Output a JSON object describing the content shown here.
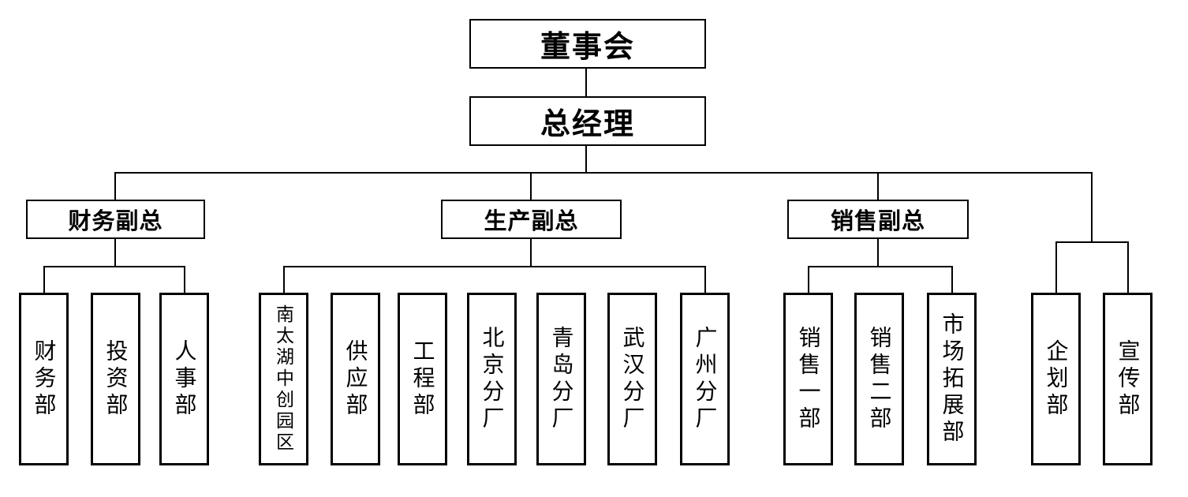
{
  "org": {
    "board": "董事会",
    "general_manager": "总经理",
    "branches": [
      {
        "label": "财务副总",
        "children": [
          "财务部",
          "投资部",
          "人事部"
        ]
      },
      {
        "label": "生产副总",
        "children": [
          "南太湖中创园区",
          "供应部",
          "工程部",
          "北京分厂",
          "青岛分厂",
          "武汉分厂",
          "广州分厂"
        ]
      },
      {
        "label": "销售副总",
        "children": [
          "销售一部",
          "销售二部",
          "市场拓展部"
        ]
      }
    ],
    "gm_direct_departments": [
      "企划部",
      "宣传部"
    ]
  },
  "colors": {
    "background": "#ffffff",
    "box_fill": "#ffffff",
    "box_border": "#000000",
    "line": "#000000",
    "text": "#000000"
  }
}
